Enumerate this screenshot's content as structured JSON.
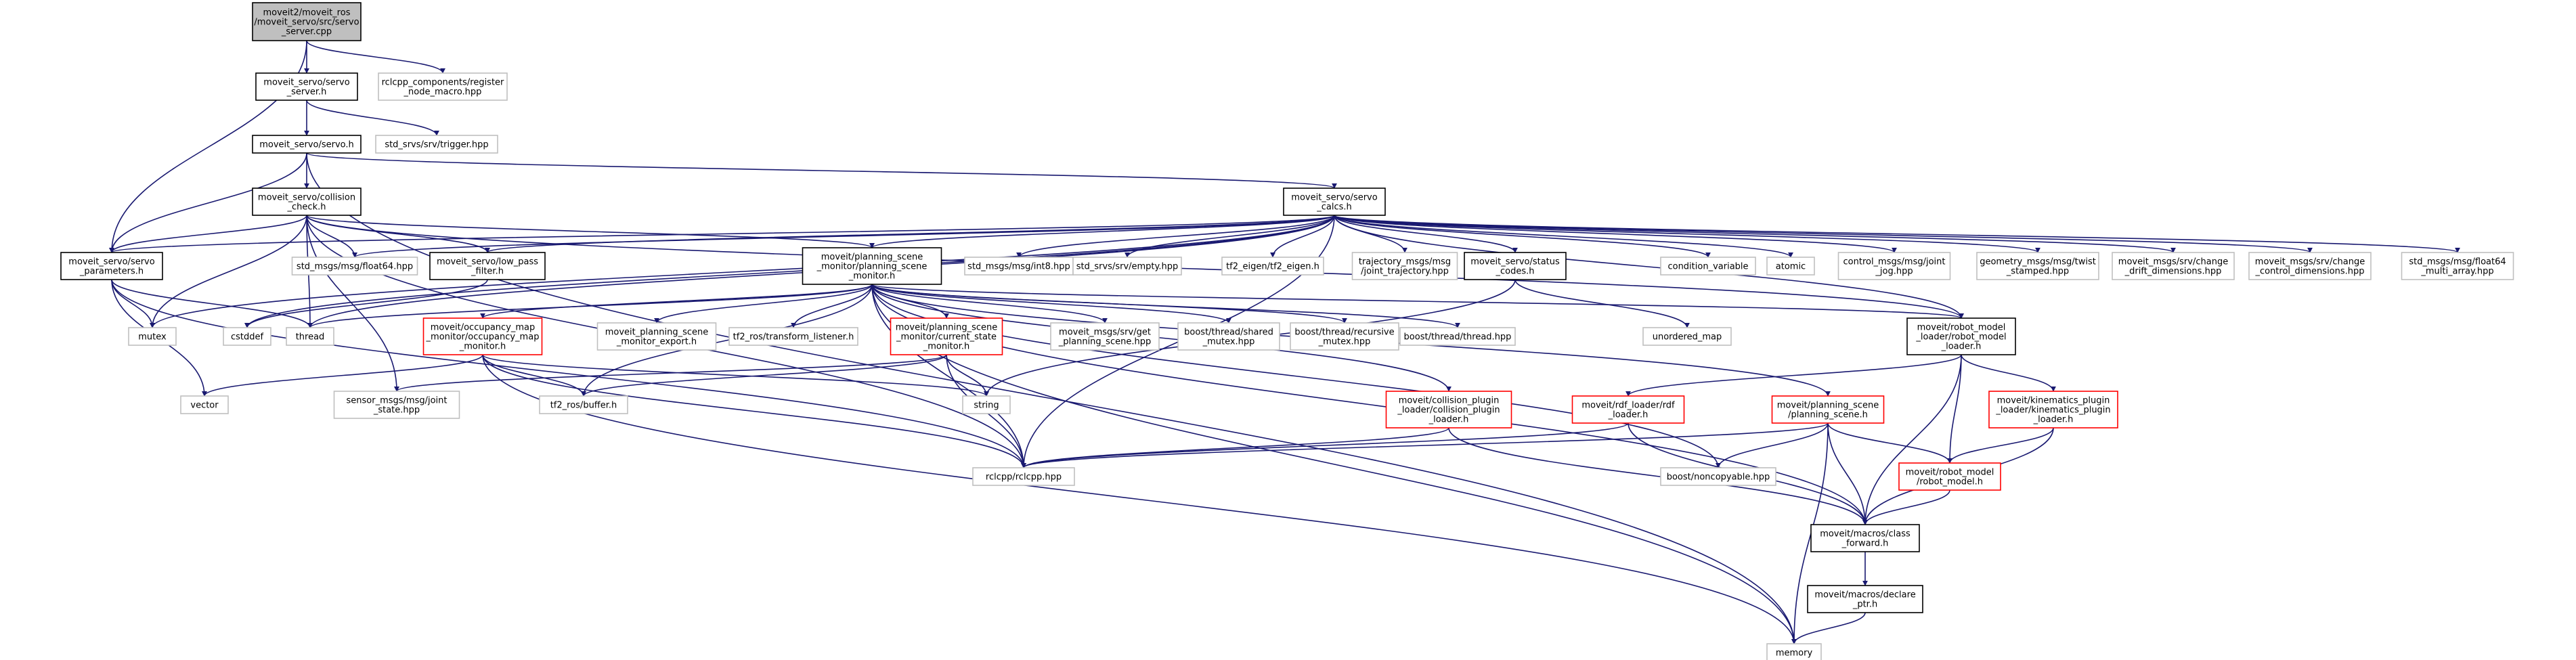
{
  "graph": {
    "colors": {
      "edge": "#191970",
      "root_fill": "#bfbfbf",
      "root_border": "#000000",
      "normal_border": "#000000",
      "external_border": "#bfbfbf",
      "truncated_border": "#ff0000",
      "text": "#000000",
      "background": "#ffffff"
    },
    "nodes": [
      {
        "id": "n_server_cpp",
        "kind": "root",
        "lines": [
          "moveit2/moveit_ros",
          "/moveit_servo/src/servo",
          "_server.cpp"
        ]
      },
      {
        "id": "n_servo_server_h",
        "kind": "normal",
        "lines": [
          "moveit_servo/servo",
          "_server.h"
        ]
      },
      {
        "id": "n_register_node_macro",
        "kind": "external",
        "lines": [
          "rclcpp_components/register",
          "_node_macro.hpp"
        ]
      },
      {
        "id": "n_servo_h",
        "kind": "normal",
        "lines": [
          "moveit_servo/servo.h"
        ]
      },
      {
        "id": "n_trigger",
        "kind": "external",
        "lines": [
          "std_srvs/srv/trigger.hpp"
        ]
      },
      {
        "id": "n_collision_check",
        "kind": "normal",
        "lines": [
          "moveit_servo/collision",
          "_check.h"
        ]
      },
      {
        "id": "n_servo_calcs",
        "kind": "normal",
        "lines": [
          "moveit_servo/servo",
          "_calcs.h"
        ]
      },
      {
        "id": "n_servo_parameters",
        "kind": "normal",
        "lines": [
          "moveit_servo/servo",
          "_parameters.h"
        ]
      },
      {
        "id": "n_float64_left",
        "kind": "external",
        "lines": [
          "std_msgs/msg/float64.hpp"
        ]
      },
      {
        "id": "n_low_pass",
        "kind": "normal",
        "lines": [
          "moveit_servo/low_pass",
          "_filter.h"
        ]
      },
      {
        "id": "n_psm",
        "kind": "normal",
        "lines": [
          "moveit/planning_scene",
          "_monitor/planning_scene",
          "_monitor.h"
        ]
      },
      {
        "id": "n_int8",
        "kind": "external",
        "lines": [
          "std_msgs/msg/int8.hpp"
        ]
      },
      {
        "id": "n_empty",
        "kind": "external",
        "lines": [
          "std_srvs/srv/empty.hpp"
        ]
      },
      {
        "id": "n_tf2_eigen",
        "kind": "external",
        "lines": [
          "tf2_eigen/tf2_eigen.h"
        ]
      },
      {
        "id": "n_joint_trajectory",
        "kind": "external",
        "lines": [
          "trajectory_msgs/msg",
          "/joint_trajectory.hpp"
        ]
      },
      {
        "id": "n_status_codes",
        "kind": "normal",
        "lines": [
          "moveit_servo/status",
          "_codes.h"
        ]
      },
      {
        "id": "n_condition_variable",
        "kind": "external",
        "lines": [
          "condition_variable"
        ]
      },
      {
        "id": "n_atomic",
        "kind": "external",
        "lines": [
          "atomic"
        ]
      },
      {
        "id": "n_joint_jog",
        "kind": "external",
        "lines": [
          "control_msgs/msg/joint",
          "_jog.hpp"
        ]
      },
      {
        "id": "n_twist_stamped",
        "kind": "external",
        "lines": [
          "geometry_msgs/msg/twist",
          "_stamped.hpp"
        ]
      },
      {
        "id": "n_change_drift",
        "kind": "external",
        "lines": [
          "moveit_msgs/srv/change",
          "_drift_dimensions.hpp"
        ]
      },
      {
        "id": "n_change_control",
        "kind": "external",
        "lines": [
          "moveit_msgs/srv/change",
          "_control_dimensions.hpp"
        ]
      },
      {
        "id": "n_float64_multi",
        "kind": "external",
        "lines": [
          "std_msgs/msg/float64",
          "_multi_array.hpp"
        ]
      },
      {
        "id": "n_mutex",
        "kind": "external",
        "lines": [
          "mutex"
        ]
      },
      {
        "id": "n_thread",
        "kind": "external",
        "lines": [
          "thread"
        ]
      },
      {
        "id": "n_cstddef",
        "kind": "external",
        "lines": [
          "cstddef"
        ]
      },
      {
        "id": "n_vector",
        "kind": "external",
        "lines": [
          "vector"
        ]
      },
      {
        "id": "n_occupancy",
        "kind": "truncated",
        "lines": [
          "moveit/occupancy_map",
          "_monitor/occupancy_map",
          "_monitor.h"
        ]
      },
      {
        "id": "n_psm_export",
        "kind": "external",
        "lines": [
          "moveit_planning_scene",
          "_monitor_export.h"
        ]
      },
      {
        "id": "n_transform_listener",
        "kind": "external",
        "lines": [
          "tf2_ros/transform_listener.h"
        ]
      },
      {
        "id": "n_csm",
        "kind": "truncated",
        "lines": [
          "moveit/planning_scene",
          "_monitor/current_state",
          "_monitor.h"
        ]
      },
      {
        "id": "n_get_planning_scene",
        "kind": "external",
        "lines": [
          "moveit_msgs/srv/get",
          "_planning_scene.hpp"
        ]
      },
      {
        "id": "n_shared_mutex",
        "kind": "external",
        "lines": [
          "boost/thread/shared",
          "_mutex.hpp"
        ]
      },
      {
        "id": "n_recursive_mutex",
        "kind": "external",
        "lines": [
          "boost/thread/recursive",
          "_mutex.hpp"
        ]
      },
      {
        "id": "n_boost_thread",
        "kind": "external",
        "lines": [
          "boost/thread/thread.hpp"
        ]
      },
      {
        "id": "n_unordered_map",
        "kind": "external",
        "lines": [
          "unordered_map"
        ]
      },
      {
        "id": "n_robot_model_loader",
        "kind": "normal",
        "lines": [
          "moveit/robot_model",
          "_loader/robot_model",
          "_loader.h"
        ]
      },
      {
        "id": "n_joint_state",
        "kind": "external",
        "lines": [
          "sensor_msgs/msg/joint",
          "_state.hpp"
        ]
      },
      {
        "id": "n_buffer",
        "kind": "external",
        "lines": [
          "tf2_ros/buffer.h"
        ]
      },
      {
        "id": "n_string",
        "kind": "external",
        "lines": [
          "string"
        ]
      },
      {
        "id": "n_collision_plugin_loader",
        "kind": "truncated",
        "lines": [
          "moveit/collision_plugin",
          "_loader/collision_plugin",
          "_loader.h"
        ]
      },
      {
        "id": "n_rdf_loader",
        "kind": "truncated",
        "lines": [
          "moveit/rdf_loader/rdf",
          "_loader.h"
        ]
      },
      {
        "id": "n_planning_scene",
        "kind": "truncated",
        "lines": [
          "moveit/planning_scene",
          "/planning_scene.h"
        ]
      },
      {
        "id": "n_kinematics_plugin_loader",
        "kind": "truncated",
        "lines": [
          "moveit/kinematics_plugin",
          "_loader/kinematics_plugin",
          "_loader.h"
        ]
      },
      {
        "id": "n_robot_model",
        "kind": "truncated",
        "lines": [
          "moveit/robot_model",
          "/robot_model.h"
        ]
      },
      {
        "id": "n_rclcpp",
        "kind": "external",
        "lines": [
          "rclcpp/rclcpp.hpp"
        ]
      },
      {
        "id": "n_noncopyable",
        "kind": "external",
        "lines": [
          "boost/noncopyable.hpp"
        ]
      },
      {
        "id": "n_class_forward",
        "kind": "normal",
        "lines": [
          "moveit/macros/class",
          "_forward.h"
        ]
      },
      {
        "id": "n_declare_ptr",
        "kind": "normal",
        "lines": [
          "moveit/macros/declare",
          "_ptr.h"
        ]
      },
      {
        "id": "n_memory",
        "kind": "external",
        "lines": [
          "memory"
        ]
      }
    ],
    "edges": [
      [
        "n_server_cpp",
        "n_servo_server_h"
      ],
      [
        "n_server_cpp",
        "n_register_node_macro"
      ],
      [
        "n_server_cpp",
        "n_servo_parameters"
      ],
      [
        "n_servo_server_h",
        "n_servo_h"
      ],
      [
        "n_servo_server_h",
        "n_trigger"
      ],
      [
        "n_servo_h",
        "n_collision_check"
      ],
      [
        "n_servo_h",
        "n_servo_calcs"
      ],
      [
        "n_servo_h",
        "n_servo_parameters"
      ],
      [
        "n_servo_h",
        "n_memory"
      ],
      [
        "n_collision_check",
        "n_servo_parameters"
      ],
      [
        "n_collision_check",
        "n_float64_left"
      ],
      [
        "n_collision_check",
        "n_low_pass"
      ],
      [
        "n_collision_check",
        "n_psm"
      ],
      [
        "n_collision_check",
        "n_mutex"
      ],
      [
        "n_collision_check",
        "n_thread"
      ],
      [
        "n_collision_check",
        "n_rclcpp"
      ],
      [
        "n_collision_check",
        "n_joint_state"
      ],
      [
        "n_collision_check",
        "n_robot_model_loader"
      ],
      [
        "n_servo_calcs",
        "n_servo_parameters"
      ],
      [
        "n_servo_calcs",
        "n_float64_left"
      ],
      [
        "n_servo_calcs",
        "n_low_pass"
      ],
      [
        "n_servo_calcs",
        "n_psm"
      ],
      [
        "n_servo_calcs",
        "n_int8"
      ],
      [
        "n_servo_calcs",
        "n_empty"
      ],
      [
        "n_servo_calcs",
        "n_tf2_eigen"
      ],
      [
        "n_servo_calcs",
        "n_joint_trajectory"
      ],
      [
        "n_servo_calcs",
        "n_status_codes"
      ],
      [
        "n_servo_calcs",
        "n_condition_variable"
      ],
      [
        "n_servo_calcs",
        "n_atomic"
      ],
      [
        "n_servo_calcs",
        "n_joint_jog"
      ],
      [
        "n_servo_calcs",
        "n_twist_stamped"
      ],
      [
        "n_servo_calcs",
        "n_change_drift"
      ],
      [
        "n_servo_calcs",
        "n_change_control"
      ],
      [
        "n_servo_calcs",
        "n_float64_multi"
      ],
      [
        "n_servo_calcs",
        "n_robot_model_loader"
      ],
      [
        "n_servo_calcs",
        "n_thread"
      ],
      [
        "n_servo_calcs",
        "n_cstddef"
      ],
      [
        "n_servo_calcs",
        "n_mutex"
      ],
      [
        "n_servo_calcs",
        "n_rclcpp"
      ],
      [
        "n_servo_parameters",
        "n_mutex"
      ],
      [
        "n_servo_parameters",
        "n_thread"
      ],
      [
        "n_servo_parameters",
        "n_vector"
      ],
      [
        "n_servo_parameters",
        "n_rclcpp"
      ],
      [
        "n_low_pass",
        "n_cstddef"
      ],
      [
        "n_psm",
        "n_occupancy"
      ],
      [
        "n_psm",
        "n_psm_export"
      ],
      [
        "n_psm",
        "n_transform_listener"
      ],
      [
        "n_psm",
        "n_csm"
      ],
      [
        "n_psm",
        "n_get_planning_scene"
      ],
      [
        "n_psm",
        "n_shared_mutex"
      ],
      [
        "n_psm",
        "n_recursive_mutex"
      ],
      [
        "n_psm",
        "n_boost_thread"
      ],
      [
        "n_psm",
        "n_robot_model_loader"
      ],
      [
        "n_psm",
        "n_thread"
      ],
      [
        "n_psm",
        "n_buffer"
      ],
      [
        "n_psm",
        "n_rclcpp"
      ],
      [
        "n_psm",
        "n_memory"
      ],
      [
        "n_psm",
        "n_collision_plugin_loader"
      ],
      [
        "n_psm",
        "n_planning_scene"
      ],
      [
        "n_psm",
        "n_noncopyable"
      ],
      [
        "n_psm",
        "n_class_forward"
      ],
      [
        "n_status_codes",
        "n_unordered_map"
      ],
      [
        "n_status_codes",
        "n_string"
      ],
      [
        "n_occupancy",
        "n_vector"
      ],
      [
        "n_occupancy",
        "n_string"
      ],
      [
        "n_occupancy",
        "n_buffer"
      ],
      [
        "n_occupancy",
        "n_rclcpp"
      ],
      [
        "n_occupancy",
        "n_memory"
      ],
      [
        "n_csm",
        "n_string"
      ],
      [
        "n_csm",
        "n_joint_state"
      ],
      [
        "n_csm",
        "n_buffer"
      ],
      [
        "n_csm",
        "n_rclcpp"
      ],
      [
        "n_robot_model_loader",
        "n_rdf_loader"
      ],
      [
        "n_robot_model_loader",
        "n_kinematics_plugin_loader"
      ],
      [
        "n_robot_model_loader",
        "n_robot_model"
      ],
      [
        "n_robot_model_loader",
        "n_class_forward"
      ],
      [
        "n_collision_plugin_loader",
        "n_rclcpp"
      ],
      [
        "n_collision_plugin_loader",
        "n_class_forward"
      ],
      [
        "n_rdf_loader",
        "n_rclcpp"
      ],
      [
        "n_rdf_loader",
        "n_class_forward"
      ],
      [
        "n_planning_scene",
        "n_rclcpp"
      ],
      [
        "n_planning_scene",
        "n_noncopyable"
      ],
      [
        "n_planning_scene",
        "n_robot_model"
      ],
      [
        "n_planning_scene",
        "n_class_forward"
      ],
      [
        "n_planning_scene",
        "n_memory"
      ],
      [
        "n_kinematics_plugin_loader",
        "n_robot_model"
      ],
      [
        "n_kinematics_plugin_loader",
        "n_class_forward"
      ],
      [
        "n_robot_model",
        "n_class_forward"
      ],
      [
        "n_class_forward",
        "n_declare_ptr"
      ],
      [
        "n_declare_ptr",
        "n_memory"
      ]
    ]
  }
}
